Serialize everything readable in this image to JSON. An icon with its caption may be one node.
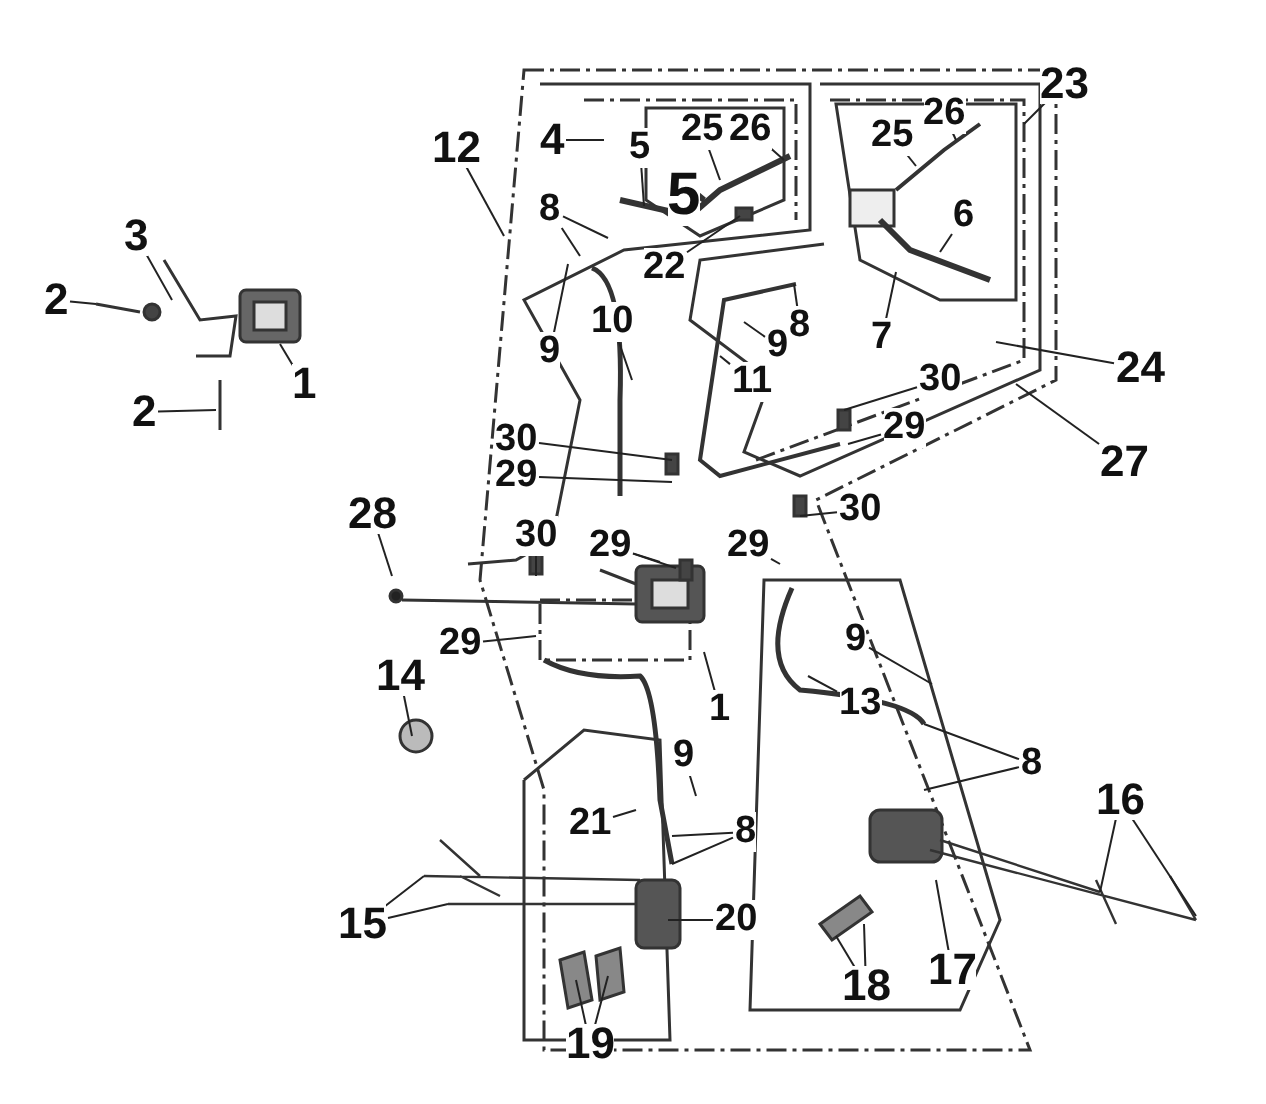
{
  "diagram": {
    "nodes": [
      {
        "text": [
          "1"
        ]
      },
      {
        "text": [
          "2"
        ]
      },
      {
        "text": [
          "3"
        ]
      },
      {
        "text": [
          "2"
        ]
      },
      {
        "text": [
          "12"
        ]
      },
      {
        "text": [
          "4"
        ]
      },
      {
        "text": [
          "5"
        ]
      },
      {
        "text": [
          "25"
        ]
      },
      {
        "text": [
          "26"
        ]
      },
      {
        "text": [
          "8"
        ]
      },
      {
        "text": [
          "9"
        ]
      },
      {
        "text": [
          "10"
        ]
      },
      {
        "text": [
          "22"
        ]
      },
      {
        "text": [
          "23"
        ]
      },
      {
        "text": [
          "25"
        ]
      },
      {
        "text": [
          "26"
        ]
      },
      {
        "text": [
          "6"
        ]
      },
      {
        "text": [
          "7"
        ]
      },
      {
        "text": [
          "8"
        ]
      },
      {
        "text": [
          "9"
        ]
      },
      {
        "text": [
          "11"
        ]
      },
      {
        "text": [
          "30"
        ]
      },
      {
        "text": [
          "24"
        ]
      },
      {
        "text": [
          "29"
        ]
      },
      {
        "text": [
          "27"
        ]
      },
      {
        "text": [
          "30"
        ]
      },
      {
        "text": [
          "29"
        ]
      },
      {
        "text": [
          "28"
        ]
      },
      {
        "text": [
          "30"
        ]
      },
      {
        "text": [
          "29"
        ]
      },
      {
        "text": [
          "29"
        ]
      },
      {
        "text": [
          "30"
        ]
      },
      {
        "text": [
          "29"
        ]
      },
      {
        "text": [
          "14"
        ]
      },
      {
        "text": [
          "1"
        ]
      },
      {
        "text": [
          "9"
        ]
      },
      {
        "text": [
          "13"
        ]
      },
      {
        "text": [
          "8"
        ]
      },
      {
        "text": [
          "16"
        ]
      },
      {
        "text": [
          "21"
        ]
      },
      {
        "text": [
          "9"
        ]
      },
      {
        "text": [
          "8"
        ]
      },
      {
        "text": [
          "15"
        ]
      },
      {
        "text": [
          "20"
        ]
      },
      {
        "text": [
          "17"
        ]
      },
      {
        "text": [
          "18"
        ]
      },
      {
        "text": [
          "19"
        ]
      }
    ],
    "edges": [
      {
        "from": 0,
        "to": null,
        "arrow": "none"
      },
      {
        "from": 1,
        "to": null,
        "arrow": "none"
      },
      {
        "from": 2,
        "to": null,
        "arrow": "none"
      },
      {
        "from": 3,
        "to": null,
        "arrow": "none"
      },
      {
        "from": 4,
        "to": null,
        "arrow": "none"
      },
      {
        "from": 5,
        "to": null,
        "arrow": "none"
      },
      {
        "from": 6,
        "to": null,
        "arrow": "none"
      },
      {
        "from": 7,
        "to": null,
        "arrow": "none"
      },
      {
        "from": 8,
        "to": null,
        "arrow": "none"
      },
      {
        "from": 9,
        "to": null,
        "arrow": "none"
      },
      {
        "from": 9,
        "to": null,
        "arrow": "none"
      },
      {
        "from": 10,
        "to": null,
        "arrow": "none"
      },
      {
        "from": 11,
        "to": null,
        "arrow": "none"
      },
      {
        "from": 12,
        "to": null,
        "arrow": "none"
      },
      {
        "from": 13,
        "to": null,
        "arrow": "none"
      },
      {
        "from": 14,
        "to": null,
        "arrow": "none"
      },
      {
        "from": 15,
        "to": null,
        "arrow": "none"
      },
      {
        "from": 16,
        "to": null,
        "arrow": "none"
      },
      {
        "from": 17,
        "to": null,
        "arrow": "none"
      },
      {
        "from": 18,
        "to": null,
        "arrow": "none"
      },
      {
        "from": 19,
        "to": null,
        "arrow": "none"
      },
      {
        "from": 20,
        "to": null,
        "arrow": "none"
      },
      {
        "from": 21,
        "to": null,
        "arrow": "none"
      },
      {
        "from": 22,
        "to": null,
        "arrow": "none"
      },
      {
        "from": 23,
        "to": null,
        "arrow": "none"
      },
      {
        "from": 24,
        "to": null,
        "arrow": "none"
      },
      {
        "from": 25,
        "to": null,
        "arrow": "none"
      },
      {
        "from": 26,
        "to": null,
        "arrow": "none"
      },
      {
        "from": 27,
        "to": null,
        "arrow": "none"
      },
      {
        "from": 28,
        "to": null,
        "arrow": "none"
      },
      {
        "from": 29,
        "to": null,
        "arrow": "none"
      },
      {
        "from": 29,
        "to": null,
        "arrow": "none"
      },
      {
        "from": 30,
        "to": null,
        "arrow": "none"
      },
      {
        "from": 31,
        "to": null,
        "arrow": "none"
      },
      {
        "from": 32,
        "to": null,
        "arrow": "none"
      },
      {
        "from": 33,
        "to": null,
        "arrow": "none"
      },
      {
        "from": 34,
        "to": null,
        "arrow": "none"
      },
      {
        "from": 35,
        "to": null,
        "arrow": "none"
      },
      {
        "from": 36,
        "to": null,
        "arrow": "none"
      },
      {
        "from": 37,
        "to": null,
        "arrow": "none"
      },
      {
        "from": 37,
        "to": null,
        "arrow": "none"
      },
      {
        "from": 38,
        "to": null,
        "arrow": "none"
      },
      {
        "from": 38,
        "to": null,
        "arrow": "none"
      },
      {
        "from": 39,
        "to": null,
        "arrow": "none"
      },
      {
        "from": 40,
        "to": null,
        "arrow": "none"
      },
      {
        "from": 41,
        "to": null,
        "arrow": "none"
      },
      {
        "from": 41,
        "to": null,
        "arrow": "none"
      },
      {
        "from": 42,
        "to": null,
        "arrow": "none"
      },
      {
        "from": 42,
        "to": null,
        "arrow": "none"
      },
      {
        "from": 43,
        "to": null,
        "arrow": "none"
      },
      {
        "from": 44,
        "to": null,
        "arrow": "none"
      },
      {
        "from": 45,
        "to": null,
        "arrow": "none"
      },
      {
        "from": 45,
        "to": null,
        "arrow": "none"
      },
      {
        "from": 46,
        "to": null,
        "arrow": "none"
      },
      {
        "from": 46,
        "to": null,
        "arrow": "none"
      }
    ],
    "labels": [
      "5"
    ]
  }
}
